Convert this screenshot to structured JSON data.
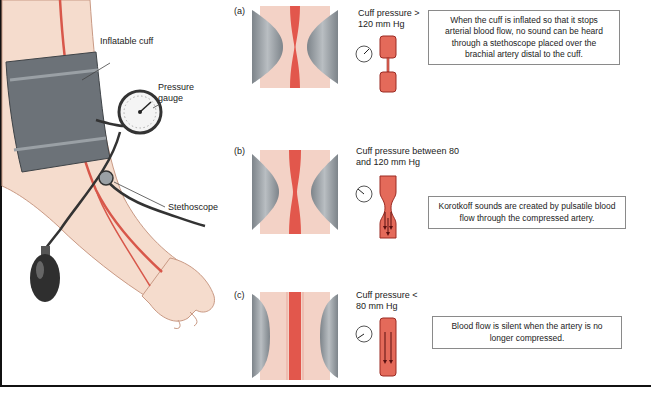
{
  "diagram": {
    "nodes": [
      {
        "text": [
          "When the cuff is inflated so that it stops arterial blood flow, no sound can be heard through a stethoscope placed over the brachial artery distal to the cuff."
        ]
      },
      {
        "text": [
          "Korotkoff sounds are created by pulsatile blood flow through the compressed artery."
        ]
      },
      {
        "text": [
          "Blood flow is silent when the artery is no longer compressed."
        ]
      }
    ],
    "labels": [
      "Inflatable cuff",
      "Pressure gauge",
      "Stethoscope",
      "(a)",
      "Cuff pressure > 120 mm Hg",
      "(b)",
      "Cuff pressure between 80 and 120 mm Hg",
      "(c)",
      "Cuff pressure < 80 mm Hg"
    ]
  }
}
